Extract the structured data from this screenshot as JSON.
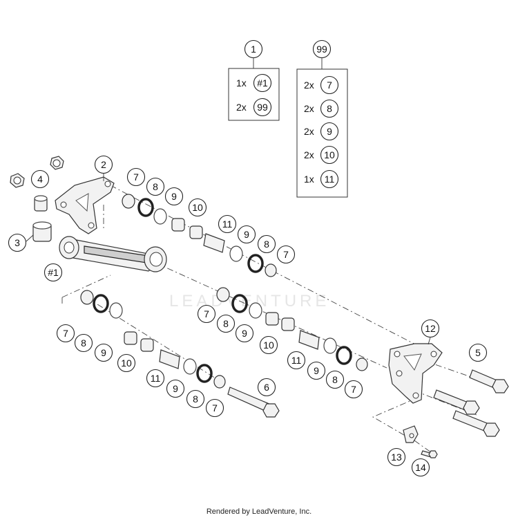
{
  "watermark": "LEADVENTURE",
  "footer": "Rendered by LeadVenture, Inc.",
  "kits": [
    {
      "label": "1",
      "items": [
        {
          "qty": "1x",
          "ref": "#1"
        },
        {
          "qty": "2x",
          "ref": "99"
        }
      ]
    },
    {
      "label": "99",
      "items": [
        {
          "qty": "2x",
          "ref": "7"
        },
        {
          "qty": "2x",
          "ref": "8"
        },
        {
          "qty": "2x",
          "ref": "9"
        },
        {
          "qty": "2x",
          "ref": "10"
        },
        {
          "qty": "1x",
          "ref": "11"
        }
      ]
    }
  ],
  "callouts": {
    "c2": "2",
    "c3": "3",
    "c4": "4",
    "c5": "5",
    "c6": "6",
    "c12": "12",
    "c13": "13",
    "c14": "14",
    "c_h1": "#1",
    "a7": "7",
    "a8": "8",
    "a9": "9",
    "a10": "10",
    "a11": "11",
    "a9b": "9",
    "a8b": "8",
    "a7b": "7",
    "b7": "7",
    "b8": "8",
    "b9": "9",
    "b10": "10",
    "b11": "11",
    "b9b": "9",
    "b8b": "8",
    "b7b": "7",
    "d7": "7",
    "d8": "8",
    "d9": "9",
    "d10": "10",
    "d11": "11",
    "d9b": "9",
    "d8b": "8",
    "d7b": "7"
  }
}
